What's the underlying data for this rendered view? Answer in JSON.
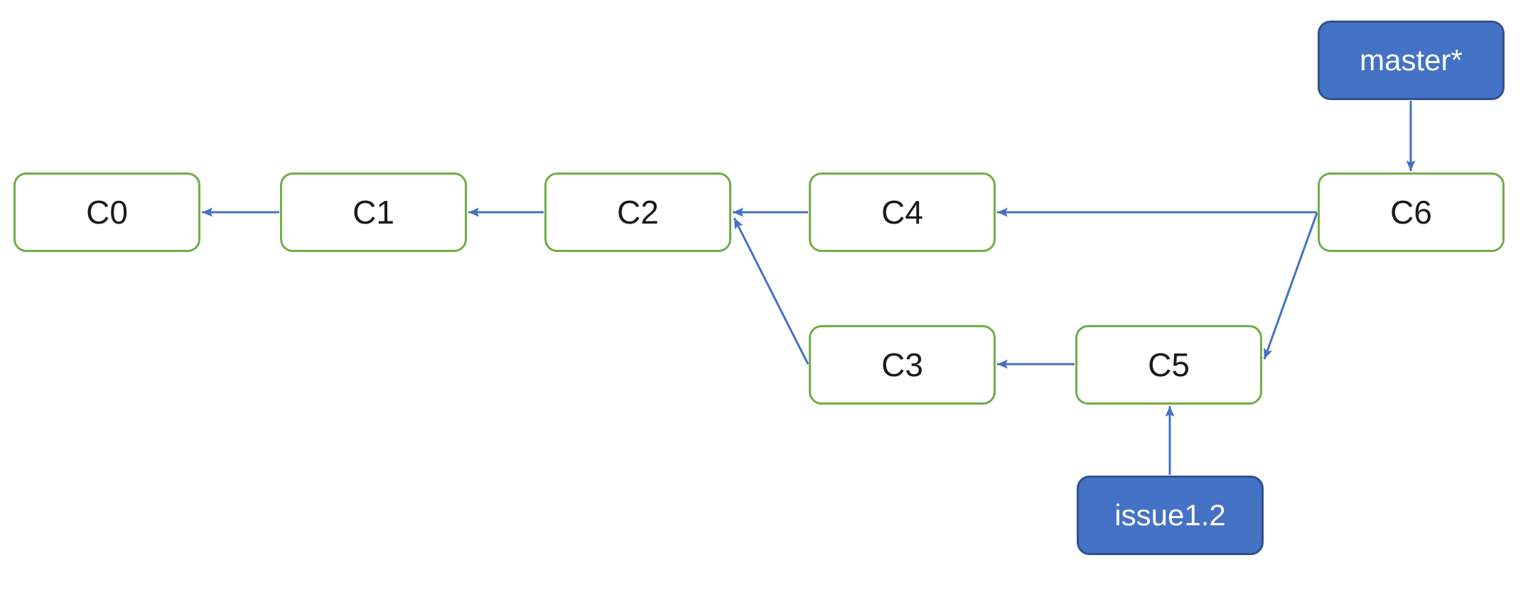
{
  "nodes": {
    "c0": {
      "label": "C0",
      "type": "commit"
    },
    "c1": {
      "label": "C1",
      "type": "commit"
    },
    "c2": {
      "label": "C2",
      "type": "commit"
    },
    "c3": {
      "label": "C3",
      "type": "commit"
    },
    "c4": {
      "label": "C4",
      "type": "commit"
    },
    "c5": {
      "label": "C5",
      "type": "commit"
    },
    "c6": {
      "label": "C6",
      "type": "commit"
    },
    "master": {
      "label": "master*",
      "type": "branch-pointer"
    },
    "issue": {
      "label": "issue1.2",
      "type": "branch-pointer"
    }
  },
  "edges": [
    {
      "from": "C1",
      "to": "C0"
    },
    {
      "from": "C2",
      "to": "C1"
    },
    {
      "from": "C4",
      "to": "C2"
    },
    {
      "from": "C6",
      "to": "C4"
    },
    {
      "from": "C3",
      "to": "C2"
    },
    {
      "from": "C5",
      "to": "C3"
    },
    {
      "from": "C6",
      "to": "C5"
    },
    {
      "from": "master*",
      "to": "C6"
    },
    {
      "from": "issue1.2",
      "to": "C5"
    }
  ],
  "colors": {
    "commit_border": "#70AD47",
    "commit_fill": "#FFFFFF",
    "commit_text": "#1A1A1A",
    "branch_fill": "#4472C4",
    "branch_border": "#2F528F",
    "branch_text": "#FFFFFF",
    "arrow": "#4472C4",
    "background": "#FFFFFF"
  }
}
